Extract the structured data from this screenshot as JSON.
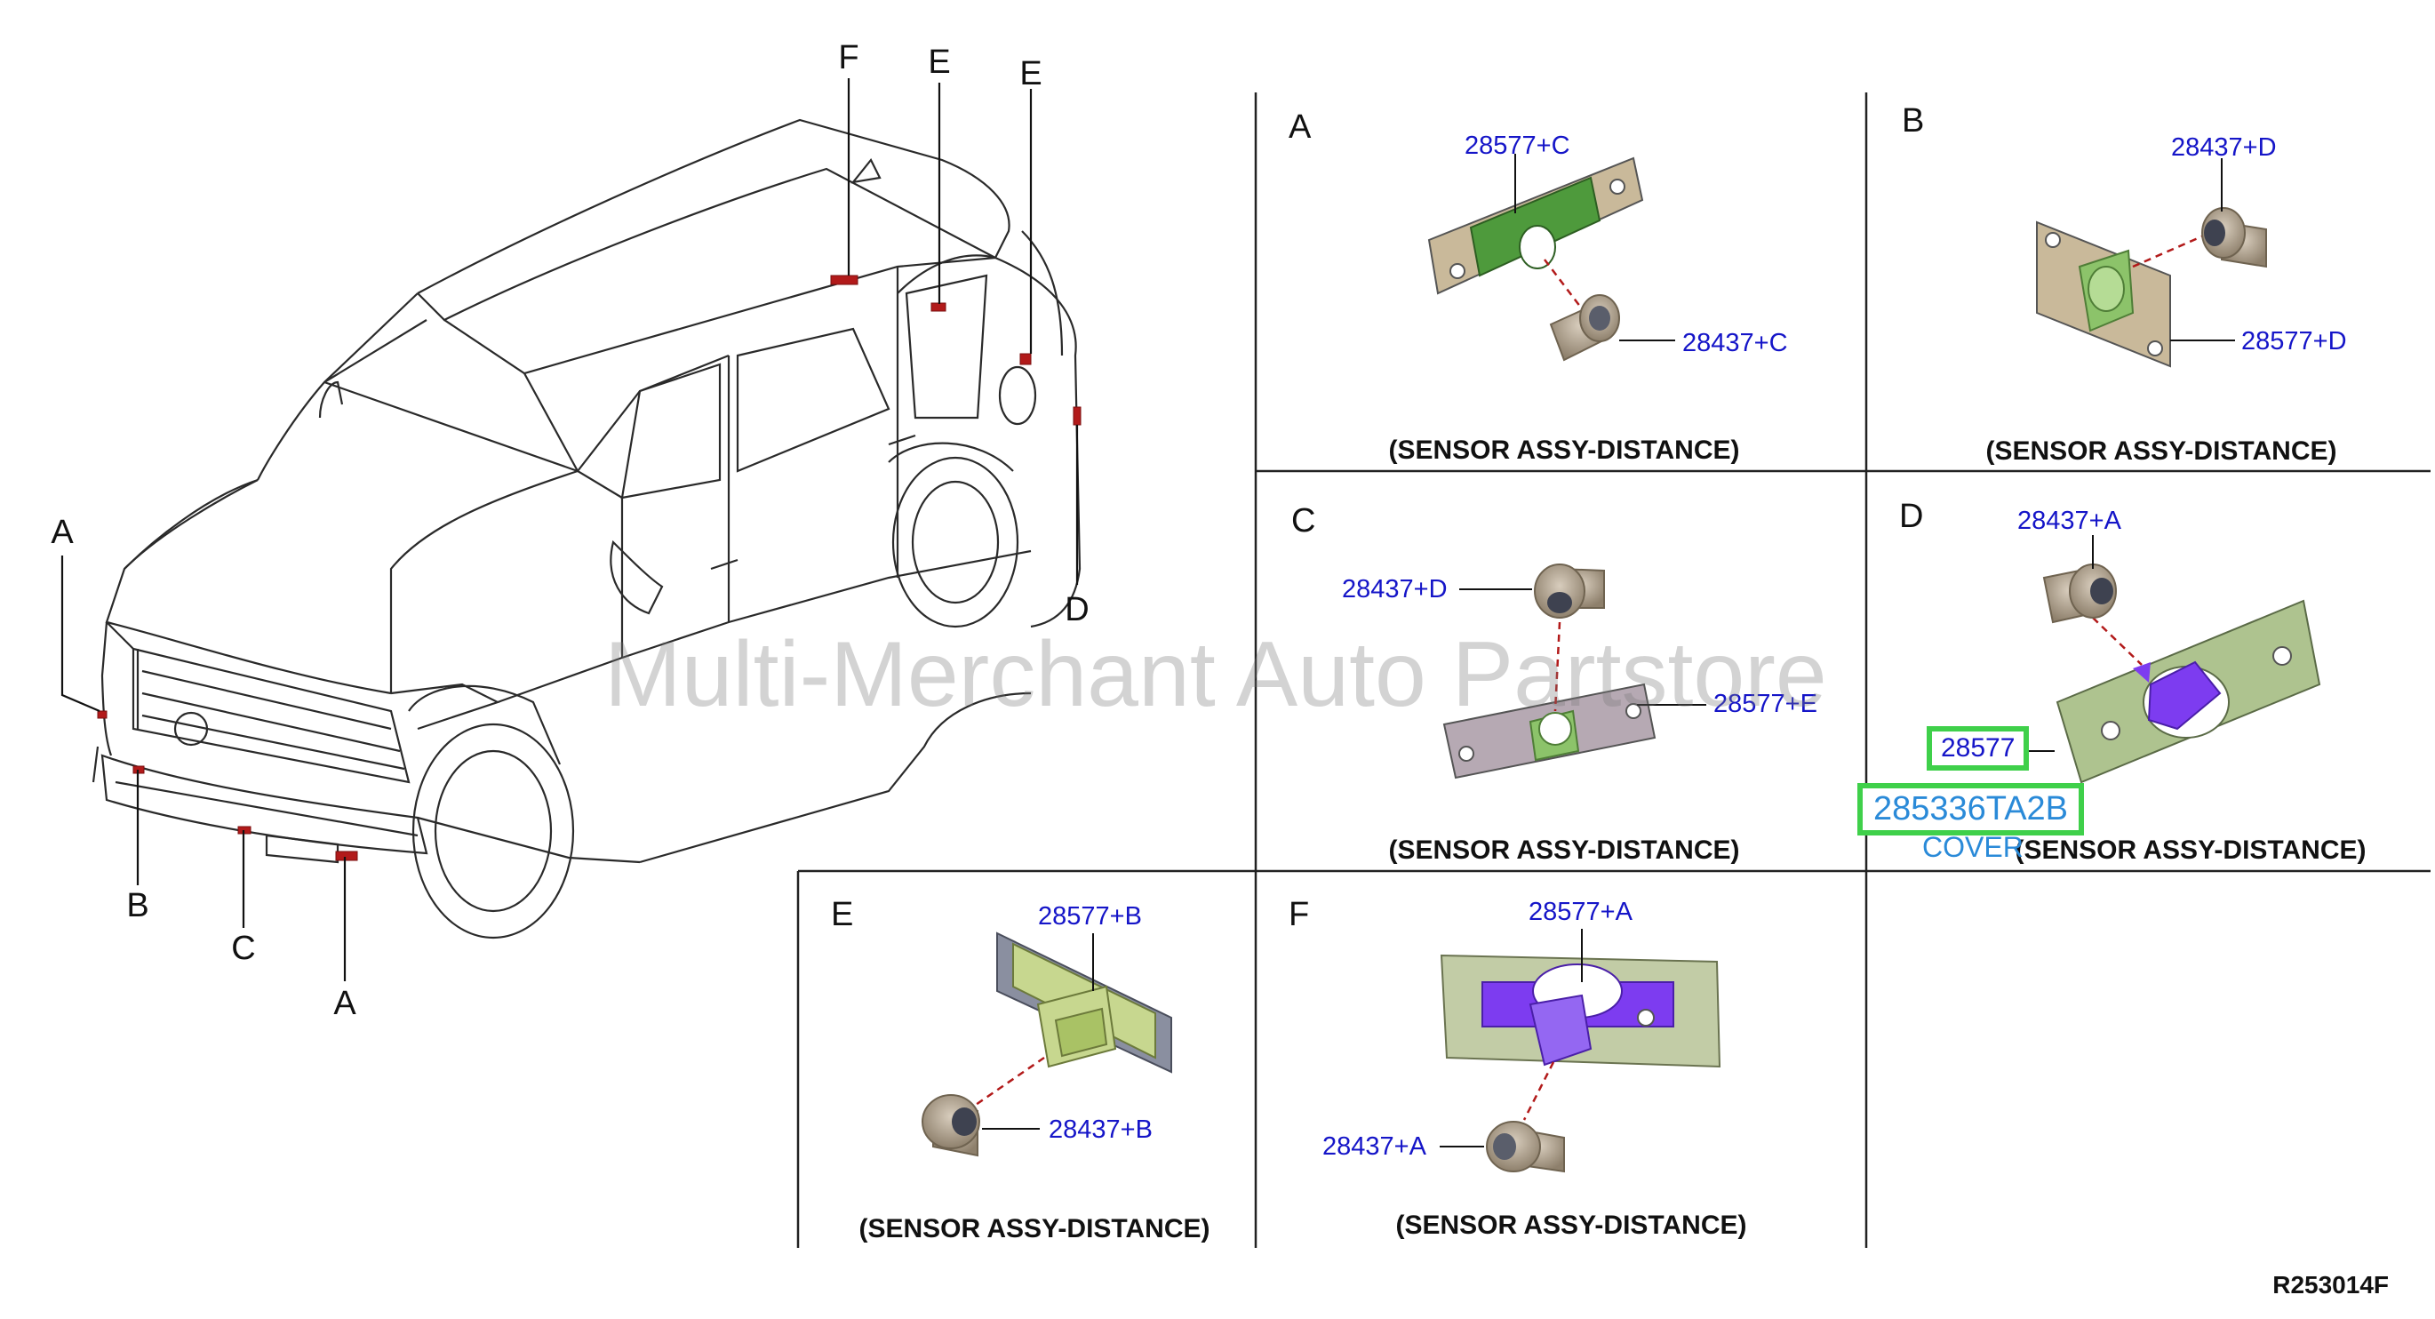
{
  "vehicle_callouts": [
    "F",
    "E",
    "E",
    "A",
    "B",
    "C",
    "A",
    "D"
  ],
  "panels": [
    {
      "letter": "A",
      "parts": [
        "28577+C",
        "28437+C"
      ],
      "caption": "(SENSOR ASSY-DISTANCE)"
    },
    {
      "letter": "B",
      "parts": [
        "28437+D",
        "28577+D"
      ],
      "caption": "(SENSOR ASSY-DISTANCE)"
    },
    {
      "letter": "C",
      "parts": [
        "28437+D",
        "28577+E"
      ],
      "caption": "(SENSOR ASSY-DISTANCE)"
    },
    {
      "letter": "D",
      "parts": [
        "28437+A"
      ],
      "caption": "(SENSOR ASSY-DISTANCE)"
    },
    {
      "letter": "E",
      "parts": [
        "28577+B",
        "28437+B"
      ],
      "caption": "(SENSOR ASSY-DISTANCE)"
    },
    {
      "letter": "F",
      "parts": [
        "28577+A",
        "28437+A"
      ],
      "caption": "(SENSOR ASSY-DISTANCE)"
    }
  ],
  "highlight": {
    "part_short": "28577",
    "part_full": "285336TA2B",
    "cover_label": "COVER"
  },
  "watermark": "Multi-Merchant Auto Partstore",
  "reference_code": "R253014F",
  "colors": {
    "part_number_blue": "#1515c8",
    "highlight_green": "#3fd04a",
    "bracket_green": "#4e9a3c",
    "bracket_tan": "#c9b99a",
    "sensor_tan": "#a89a86",
    "cover_purple": "#7d3cf0",
    "leader_red": "#b21a1a"
  }
}
